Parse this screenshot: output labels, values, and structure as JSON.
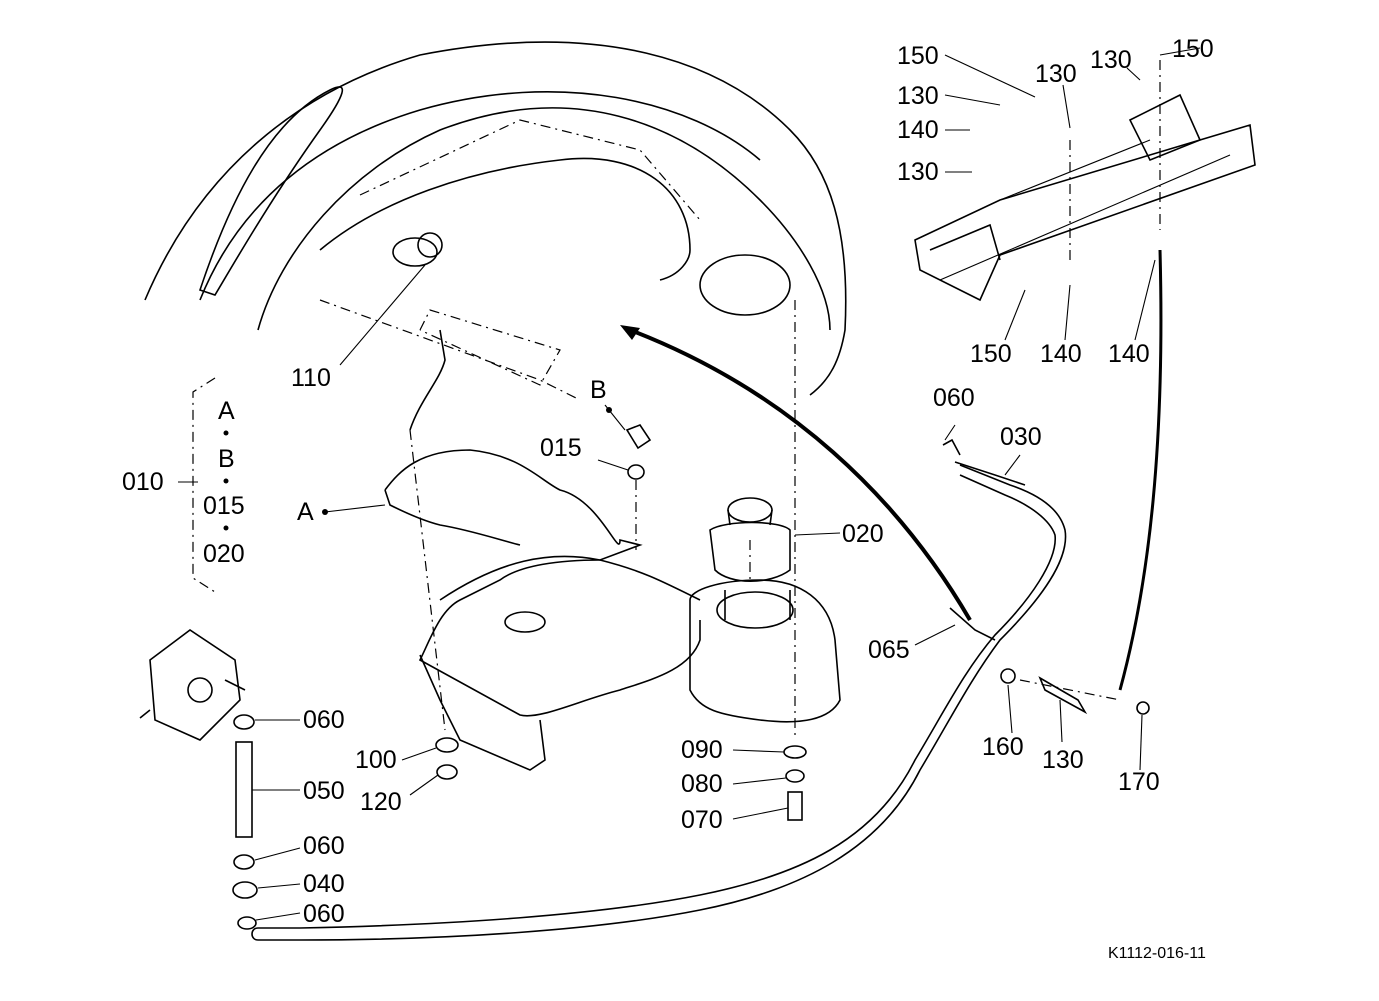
{
  "diagram": {
    "type": "exploded parts diagram",
    "subject": "Fuel tank assembly",
    "reference_code": "K1112-016-11",
    "group": {
      "label": "010",
      "members": [
        "A",
        "B",
        "015",
        "020"
      ]
    },
    "labels": {
      "p150a": "150",
      "p130a": "130",
      "p130b": "130",
      "p130c": "130",
      "p150b": "150",
      "p140a": "140",
      "p130d": "130",
      "p150c": "150",
      "p140b": "140",
      "p140c": "140",
      "p110": "110",
      "p060a": "060",
      "p030": "030",
      "pB": "B",
      "p015": "015",
      "pA": "A",
      "p020": "020",
      "p065": "065",
      "p160": "160",
      "p130e": "130",
      "p170": "170",
      "p060b": "060",
      "p050": "050",
      "p060c": "060",
      "p040": "040",
      "p060d": "060",
      "p100": "100",
      "p120": "120",
      "p090": "090",
      "p080": "080",
      "p070": "070"
    }
  }
}
